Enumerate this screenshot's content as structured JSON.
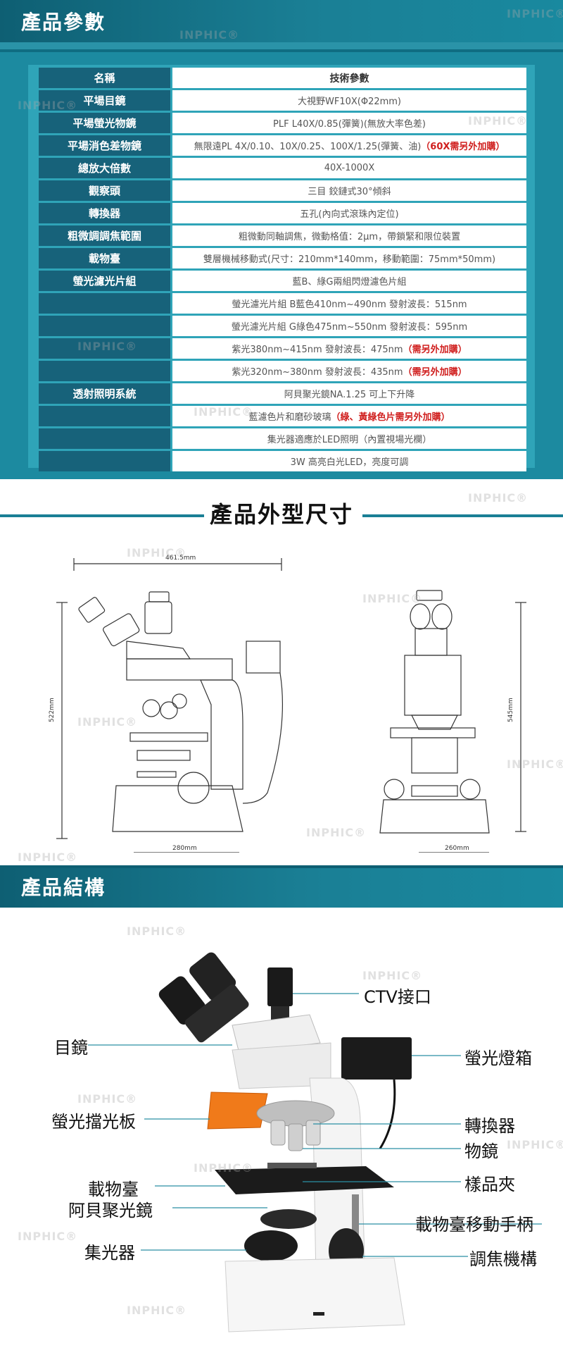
{
  "sections": {
    "params": "產品參數",
    "dimensions": "產品外型尺寸",
    "structure": "產品結構"
  },
  "spec_table": {
    "header": {
      "key": "名稱",
      "value": "技術參數"
    },
    "rows": [
      {
        "key": "平場目鏡",
        "value": "大視野WF10X(Φ22mm)",
        "note": ""
      },
      {
        "key": "平場螢光物鏡",
        "value": "PLF L40X/0.85(彈簧)(無放大率色差)",
        "note": ""
      },
      {
        "key": "平場消色差物鏡",
        "value": "無限遠PL 4X/0.10、10X/0.25、100X/1.25(彈簧、油)",
        "note": "（60X需另外加購）"
      },
      {
        "key": "總放大倍數",
        "value": "40X-1000X",
        "note": ""
      },
      {
        "key": "觀察頭",
        "value": "三目 鉸鏈式30°傾斜",
        "note": ""
      },
      {
        "key": "轉換器",
        "value": "五孔(內向式滾珠內定位)",
        "note": ""
      },
      {
        "key": "粗微調調焦範圍",
        "value": "粗微動同軸調焦，微動格值：2μm，帶鎖緊和限位裝置",
        "note": ""
      },
      {
        "key": "載物臺",
        "value": "雙層機械移動式(尺寸：210mm*140mm，移動範圍：75mm*50mm)",
        "note": ""
      },
      {
        "key": "螢光濾光片組",
        "value": "藍B、綠G兩組閃燈濾色片組",
        "note": ""
      },
      {
        "key": "",
        "value": "螢光濾光片組 B藍色410nm~490nm 發射波長：515nm",
        "note": ""
      },
      {
        "key": "",
        "value": "螢光濾光片組 G綠色475nm~550nm 發射波長：595nm",
        "note": ""
      },
      {
        "key": "",
        "value": "紫光380nm~415nm 發射波長：475nm",
        "note": "（需另外加購）"
      },
      {
        "key": "",
        "value": "紫光320nm~380nm 發射波長：435nm",
        "note": "（需另外加購）"
      },
      {
        "key": "透射照明系統",
        "value": "阿貝聚光鏡NA.1.25 可上下升降",
        "note": ""
      },
      {
        "key": "",
        "value": "藍濾色片和磨砂玻璃",
        "note": "（綠、黃綠色片需另外加購）"
      },
      {
        "key": "",
        "value": "集光器適應於LED照明（內置視場光欄）",
        "note": ""
      },
      {
        "key": "",
        "value": "3W 高亮白光LED，亮度可調",
        "note": ""
      }
    ]
  },
  "drawing": {
    "width_top": "461.5mm",
    "height_left": "522mm",
    "base_left": "280mm",
    "base_right": "260mm",
    "height_right": "545mm"
  },
  "structure_labels": {
    "ctv": "CTV接口",
    "eyepiece": "目鏡",
    "lamp_box": "螢光燈箱",
    "shield": "螢光擋光板",
    "turret": "轉換器",
    "objective": "物鏡",
    "clip": "樣品夾",
    "stage": "載物臺",
    "condenser": "阿貝聚光鏡",
    "stage_handle": "載物臺移動手柄",
    "collector": "集光器",
    "focus": "調焦機構"
  },
  "watermark": "INPHIC®",
  "colors": {
    "teal_dark": "#17627a",
    "teal": "#1c8aa0",
    "note_red": "#d0201f",
    "shield_orange": "#f07a1a"
  }
}
